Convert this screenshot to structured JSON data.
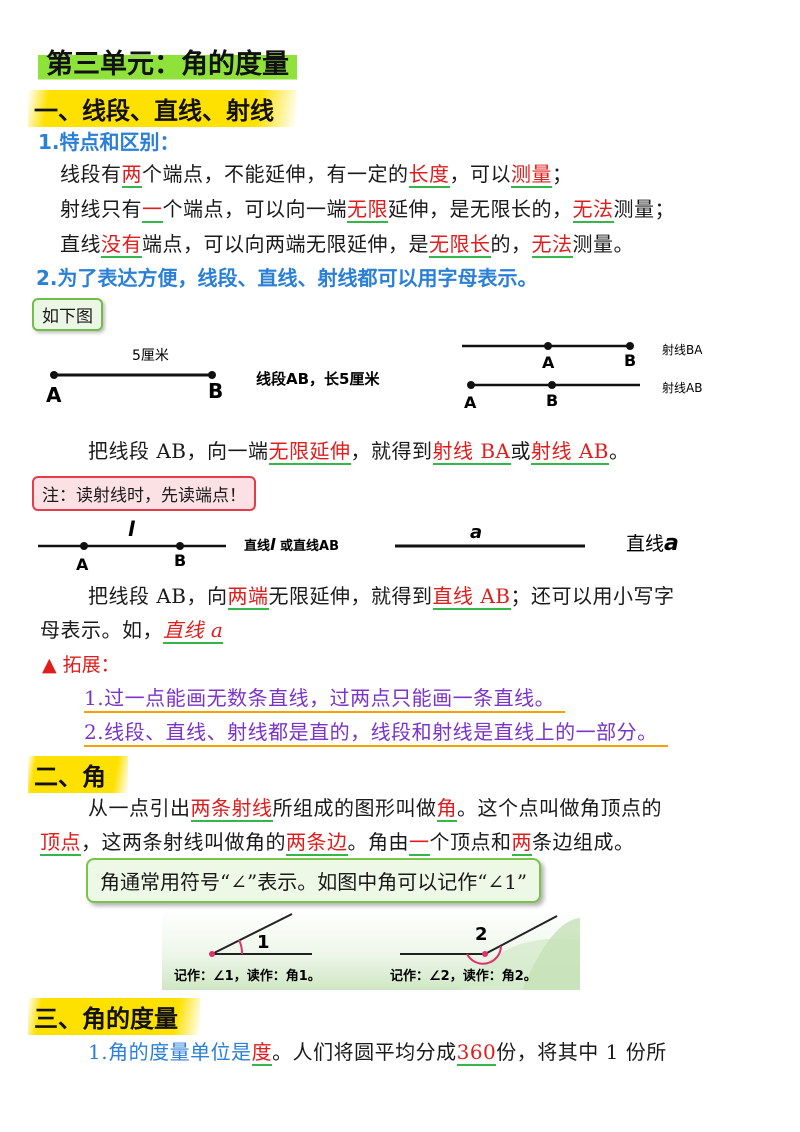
{
  "title": "第三单元：角的度量",
  "section1": {
    "heading": "一、线段、直线、射线",
    "sub1": "1.特点和区别：",
    "l1": {
      "a": "线段有",
      "b": "两",
      "c": "个端点，不能延伸，有一定的",
      "d": "长度",
      "e": "，可以",
      "f": "测量",
      "g": "；"
    },
    "l2": {
      "a": "射线只有",
      "b": "一",
      "c": "个端点，可以向一端",
      "d": "无限",
      "e": "延伸，是无限长的，",
      "f": "无法",
      "g": "测量；"
    },
    "l3": {
      "a": "直线",
      "b": "没有",
      "c": "端点，可以向两端无限延伸，是",
      "d": "无限长",
      "e": "的，",
      "f": "无法",
      "g": "测量。"
    },
    "sub2": "2.为了表达方便，线段、直线、射线都可以用字母表示。",
    "box_label": "如下图",
    "fig1": {
      "len_label": "5厘米",
      "a": "A",
      "b": "B",
      "caption": "线段AB，长5厘米",
      "ray_ba": "射线BA",
      "ray_ab": "射线AB",
      "a2": "A",
      "b2": "B",
      "a3": "A",
      "b3": "B"
    },
    "l4": {
      "a": "把线段 AB，向一端",
      "b": "无限延伸",
      "c": "，就得到",
      "d": "射线 BA",
      "e": "或",
      "f": "射线 AB",
      "g": "。"
    },
    "note": "注：读射线时，先读端点！",
    "fig2": {
      "l": "l",
      "a": "A",
      "b": "B",
      "caption1": "直线",
      "caption1_l": "l",
      "caption1_rest": " 或直线AB",
      "a_label": "a",
      "caption2": "直线",
      "caption2_a": "a"
    },
    "l5": {
      "a": "把线段 AB，向",
      "b": "两端",
      "c": "无限延伸，就得到",
      "d": "直线 AB",
      "e": "；还可以用小写字"
    },
    "l6": {
      "a": "母表示。如，",
      "b": "直线 a"
    },
    "ext_label": "▲ 拓展：",
    "ext1": "1.过一点能画无数条直线，过两点只能画一条直线。",
    "ext2": "2.线段、直线、射线都是直的，线段和射线是直线上的一部分。"
  },
  "section2": {
    "heading": "二、角",
    "l1": {
      "a": "从一点引出",
      "b": "两条射线",
      "c": "所组成的图形叫做",
      "d": "角",
      "e": "。这个点叫做角顶点的"
    },
    "l2": {
      "a": "顶点",
      "b": "，这两条射线叫做角的",
      "c": "两条边",
      "d": "。角由",
      "e": "一",
      "f": "个顶点和",
      "g": "两",
      "h": "条边组成。"
    },
    "box": "角通常用符号“∠”表示。如图中角可以记作“∠1”",
    "fig": {
      "n1": "1",
      "n2": "2",
      "cap1": "记作：∠1，读作：角1。",
      "cap2": "记作：∠2，读作：角2。"
    }
  },
  "section3": {
    "heading": "三、角的度量",
    "l1": {
      "a": "1.角的度量单位是",
      "b": "度",
      "c": "。人们将圆平均分成",
      "d": "360",
      "e": "份，将其中 1 份所"
    }
  }
}
